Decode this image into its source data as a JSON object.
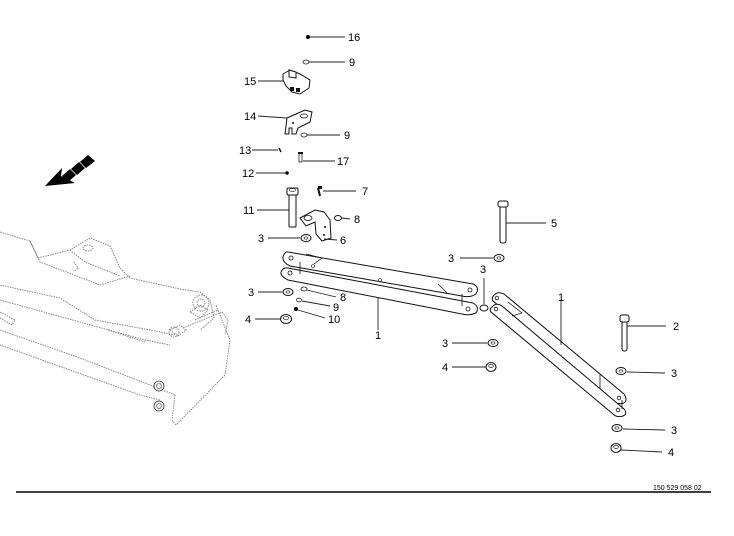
{
  "diagram": {
    "type": "exploded parts diagram",
    "drawing_number": "150 529 058 02",
    "direction_arrow": "travel-direction-arrow",
    "callouts": [
      {
        "id": "c16",
        "label": "16",
        "part": "ball / pin"
      },
      {
        "id": "c9a",
        "label": "9",
        "part": "washer"
      },
      {
        "id": "c15",
        "label": "15",
        "part": "connector block"
      },
      {
        "id": "c14",
        "label": "14",
        "part": "forked bracket plate"
      },
      {
        "id": "c9b",
        "label": "9",
        "part": "washer"
      },
      {
        "id": "c13",
        "label": "13",
        "part": "small pin"
      },
      {
        "id": "c17",
        "label": "17",
        "part": "screw"
      },
      {
        "id": "c12",
        "label": "12",
        "part": "ball"
      },
      {
        "id": "c7",
        "label": "7",
        "part": "screw"
      },
      {
        "id": "c11",
        "label": "11",
        "part": "bolt"
      },
      {
        "id": "c8a",
        "label": "8",
        "part": "washer"
      },
      {
        "id": "c3a",
        "label": "3",
        "part": "washer"
      },
      {
        "id": "c6",
        "label": "6",
        "part": "angle bracket"
      },
      {
        "id": "c5",
        "label": "5",
        "part": "bolt"
      },
      {
        "id": "c3b",
        "label": "3",
        "part": "washer"
      },
      {
        "id": "c3c",
        "label": "3",
        "part": "washer"
      },
      {
        "id": "c3d",
        "label": "3",
        "part": "washer"
      },
      {
        "id": "c8b",
        "label": "8",
        "part": "washer"
      },
      {
        "id": "c9c",
        "label": "9",
        "part": "washer"
      },
      {
        "id": "c4a",
        "label": "4",
        "part": "nut"
      },
      {
        "id": "c10",
        "label": "10",
        "part": "ball"
      },
      {
        "id": "c1a",
        "label": "1",
        "part": "link arm (left)"
      },
      {
        "id": "c1b",
        "label": "1",
        "part": "link arm (right)"
      },
      {
        "id": "c2",
        "label": "2",
        "part": "bolt"
      },
      {
        "id": "c3e",
        "label": "3",
        "part": "washer"
      },
      {
        "id": "c4b",
        "label": "4",
        "part": "nut"
      },
      {
        "id": "c3f",
        "label": "3",
        "part": "washer"
      },
      {
        "id": "c3g",
        "label": "3",
        "part": "washer"
      },
      {
        "id": "c4c",
        "label": "4",
        "part": "nut"
      }
    ]
  }
}
